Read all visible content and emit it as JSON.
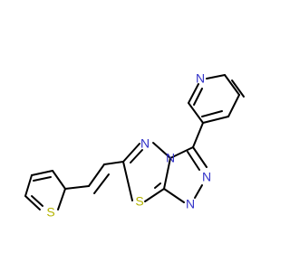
{
  "molecule": {
    "atoms": {
      "pyridine_n": {
        "label": "N",
        "color": "#3232c8"
      },
      "triazole_n_upper": {
        "label": "N",
        "color": "#3232c8"
      },
      "triazole_n_lower": {
        "label": "N",
        "color": "#3232c8"
      },
      "thiadiazole_n": {
        "label": "N",
        "color": "#3232c8"
      },
      "fused_n": {
        "label": "N",
        "color": "#3232c8"
      },
      "thiadiazole_s": {
        "label": "S",
        "color": "#b4b400"
      },
      "thiophene_s": {
        "label": "S",
        "color": "#b4b400"
      }
    }
  }
}
